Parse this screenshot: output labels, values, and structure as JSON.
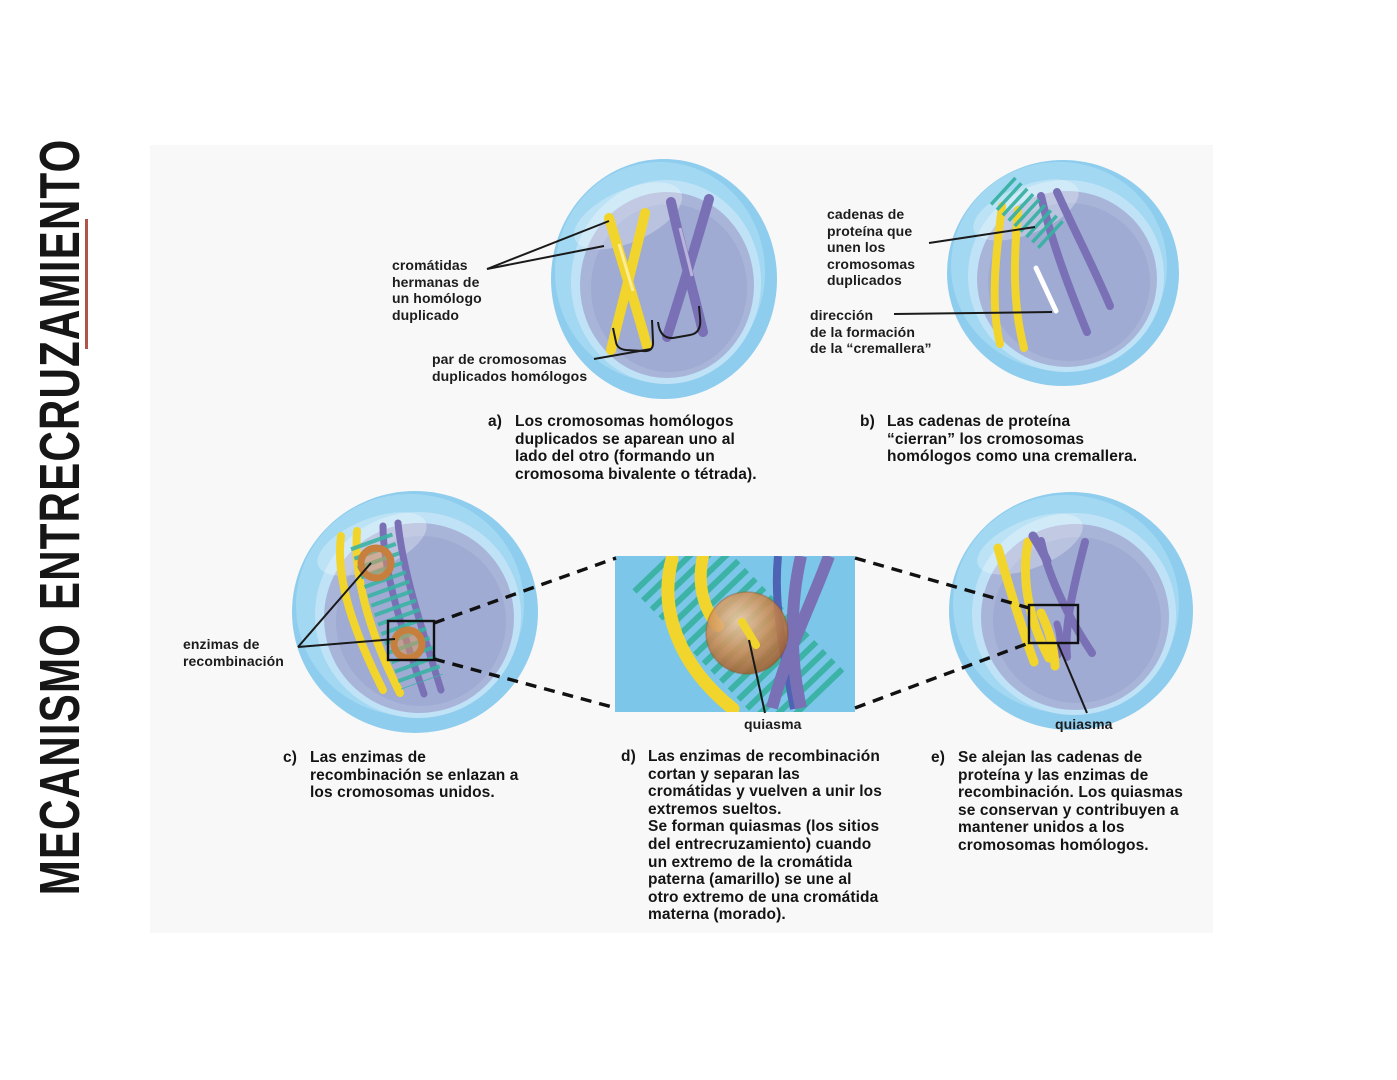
{
  "slide": {
    "title": "MECANISMO ENTRECRUZAMIENTO"
  },
  "figure": {
    "labels": {
      "cromatidas": "cromátidas\nhermanas de\nun homólogo\nduplicado",
      "par_cromosomas": "par de cromosomas\nduplicados homólogos",
      "cadenas": "cadenas de\nproteína que\nunen los\ncromosomas\nduplicados",
      "direccion": "dirección\nde la formación\nde la “cremallera”",
      "enzimas": "enzimas de\nrecombinación",
      "quiasma_centro": "quiasma",
      "quiasma_derecha": "quiasma"
    },
    "captions": {
      "a": {
        "marker": "a)",
        "text": "Los cromosomas homólogos\nduplicados se aparean uno al\nlado del otro (formando un\ncromosoma bivalente o tétrada)."
      },
      "b": {
        "marker": "b)",
        "text": "Las cadenas de proteína\n“cierran” los cromosomas\nhomólogos como una cremallera."
      },
      "c": {
        "marker": "c)",
        "text": "Las enzimas de\nrecombinación se enlazan a\nlos cromosomas unidos."
      },
      "d": {
        "marker": "d)",
        "text": "Las enzimas de recombinación\ncortan y separan las\ncromátidas y vuelven a unir los\nextremos sueltos.\nSe forman quiasmas (los sitios\ndel entrecruzamiento) cuando\nun extremo de la cromátida\npaterna (amarillo) se une al\notro extremo de una cromátida\nmaterna (morado)."
      },
      "e": {
        "marker": "e)",
        "text": "Se alejan las cadenas de\nproteína y las enzimas de\nrecombinación. Los quiasmas\nse conservan y contribuyen a\nmantener unidos a los\ncromosomas homólogos."
      }
    },
    "colors": {
      "accent_line": "#b2544b",
      "cell_membrane_blue": "#8fcdee",
      "nucleus_lavender": "#a9b4d9",
      "chromatid_paterna_amarillo": "#f2d52c",
      "chromatid_materna_morado": "#7a70b6",
      "protein_chain_teal": "#3ab2a3",
      "enzyme_orange": "#c67f3c",
      "zoom_panel_blue": "#7cc7e9"
    }
  }
}
